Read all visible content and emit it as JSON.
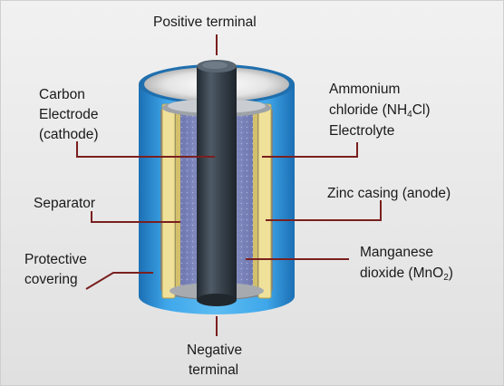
{
  "labels": {
    "positive_terminal": "Positive terminal",
    "carbon_electrode_1": "Carbon",
    "carbon_electrode_2": "Electrode",
    "carbon_electrode_3": "(cathode)",
    "electrolyte_1": "Ammonium",
    "electrolyte_2a": "chloride (NH",
    "electrolyte_2sub": "4",
    "electrolyte_2b": "Cl)",
    "electrolyte_3": "Electrolyte",
    "separator": "Separator",
    "zinc_casing": "Zinc casing (anode)",
    "protective_1": "Protective",
    "protective_2": "covering",
    "manganese_1": "Manganese",
    "manganese_2a": "dioxide (MnO",
    "manganese_2sub": "2",
    "manganese_2b": ")",
    "negative_1": "Negative",
    "negative_2": "terminal"
  },
  "colors": {
    "leader_line": "#7a1f1f",
    "outer_casing": "#2b8fd6",
    "zinc_layer": "#e9d98e",
    "electrolyte_paste": "#8f97c7",
    "carbon_rod": "#3b4650"
  }
}
